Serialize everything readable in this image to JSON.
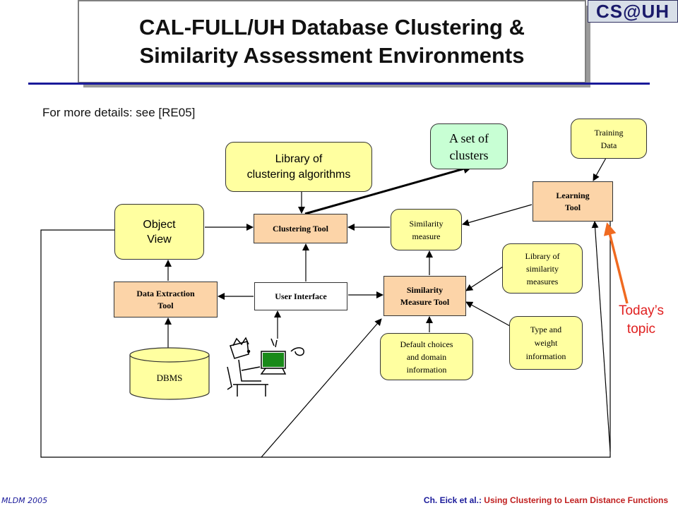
{
  "title": {
    "line1": "CAL-FULL/UH Database Clustering &",
    "line2": "Similarity Assessment Environments"
  },
  "logo": "CS@UH",
  "details": "For more details: see [RE05]",
  "nodes": {
    "library_clustering": {
      "line1": "Library of",
      "line2": "clustering algorithms"
    },
    "set_of_clusters": {
      "line1": "A set of",
      "line2": "clusters"
    },
    "training_data": {
      "line1": "Training",
      "line2": "Data"
    },
    "object_view": {
      "line1": "Object",
      "line2": "View"
    },
    "clustering_tool": "Clustering Tool",
    "similarity_measure": {
      "line1": "Similarity",
      "line2": "measure"
    },
    "learning_tool": {
      "line1": "Learning",
      "line2": "Tool"
    },
    "library_similarity": {
      "line1": "Library of",
      "line2": "similarity",
      "line3": "measures"
    },
    "data_extraction": {
      "line1": "Data Extraction",
      "line2": "Tool"
    },
    "user_interface": "User Interface",
    "similarity_measure_tool": {
      "line1": "Similarity",
      "line2": "Measure Tool"
    },
    "type_weight": {
      "line1": "Type and",
      "line2": "weight",
      "line3": "information"
    },
    "default_choices": {
      "line1": "Default choices",
      "line2": "and domain",
      "line3": "information"
    },
    "dbms": "DBMS"
  },
  "annotation": {
    "line1": "Today’s",
    "line2": "topic",
    "color": "#e02020"
  },
  "footer": {
    "left": "MLDM 2005",
    "right_prefix": "Ch. Eick et al.:",
    "right_title": "Using Clustering to Learn Distance Functions"
  },
  "colors": {
    "yellow_node": "#ffffa0",
    "green_node": "#c8ffd4",
    "orange_node": "#fcd4a8",
    "rule": "#1a1a9a",
    "highlight_arrow": "#f06a20"
  }
}
